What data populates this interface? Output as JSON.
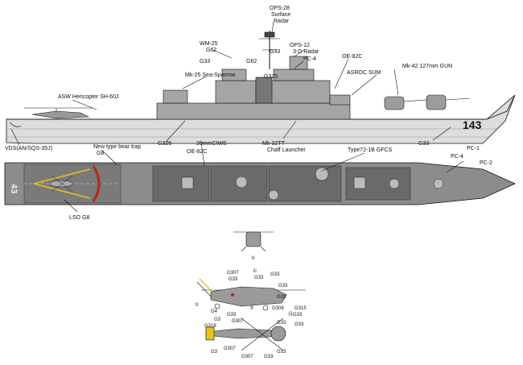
{
  "labels": {
    "ops28": "OPS-28",
    "surface": "Surface",
    "radar1": "Radar",
    "wm25": "WM-25",
    "g62a": "G62",
    "ops12": "OPS-12",
    "radar3d": "3-D Radar",
    "g33_mast": "G33",
    "g33_a": "G33",
    "g62b": "G62",
    "pc4_top": "PC-4",
    "oe82c_top": "OE-82C",
    "mk25": "Mk-25 Sea-Sparrow",
    "g325_top": "G325",
    "asroc": "ASROC SUM",
    "mk42": "Mk-42 127mm GUN",
    "asw": "ASW Hericopter SH-60J",
    "vds": "VDS(AN/SQS-35J)",
    "g325_low": "G325",
    "mk32": "Mk-32TT",
    "chaff": "Chaff Launcher",
    "g33_bow": "G33",
    "pc1": "PC-1",
    "hull_number": "143",
    "bear_trap": "New type bear trap",
    "g8_top": "G8",
    "ciws": "20mmCIWS",
    "oe82c_deck": "OE-82C",
    "gfcs": "Type72-1B GFCS",
    "pc4_deck": "PC-4",
    "pc2": "PC-2",
    "lso": "LSO",
    "g8_low": "G8",
    "deck_number": "43",
    "heli_circle_front": "①",
    "h_g307a": "G307",
    "h_g33a": "G33",
    "h_c1": "①",
    "h_g33b": "G33",
    "h_g33c": "G33",
    "h_g33d": "G33",
    "h_g33e": "G33",
    "h_c2": "①",
    "h_c3": "③",
    "h_g4": "G4",
    "h_g33f": "G33",
    "h_g308": "G308",
    "h_g315": "G315",
    "h_ag": "⑬G33",
    "h_g3a": "G3",
    "h_g316": "G316",
    "h_g307b": "G307",
    "h_g33g": "G33",
    "h_g33h": "G33",
    "h_g3b": "G3",
    "h_g307c": "G307",
    "h_g307d": "G307",
    "h_g33i": "G33",
    "h_g33j": "G33"
  },
  "colors": {
    "hull": "#9a9a9a",
    "hull_dark": "#6e6e6e",
    "deck": "#8a8a8a",
    "deck_dark": "#5c5c5c",
    "line": "#111111",
    "red": "#c0201a",
    "yellow": "#e8c21a"
  }
}
